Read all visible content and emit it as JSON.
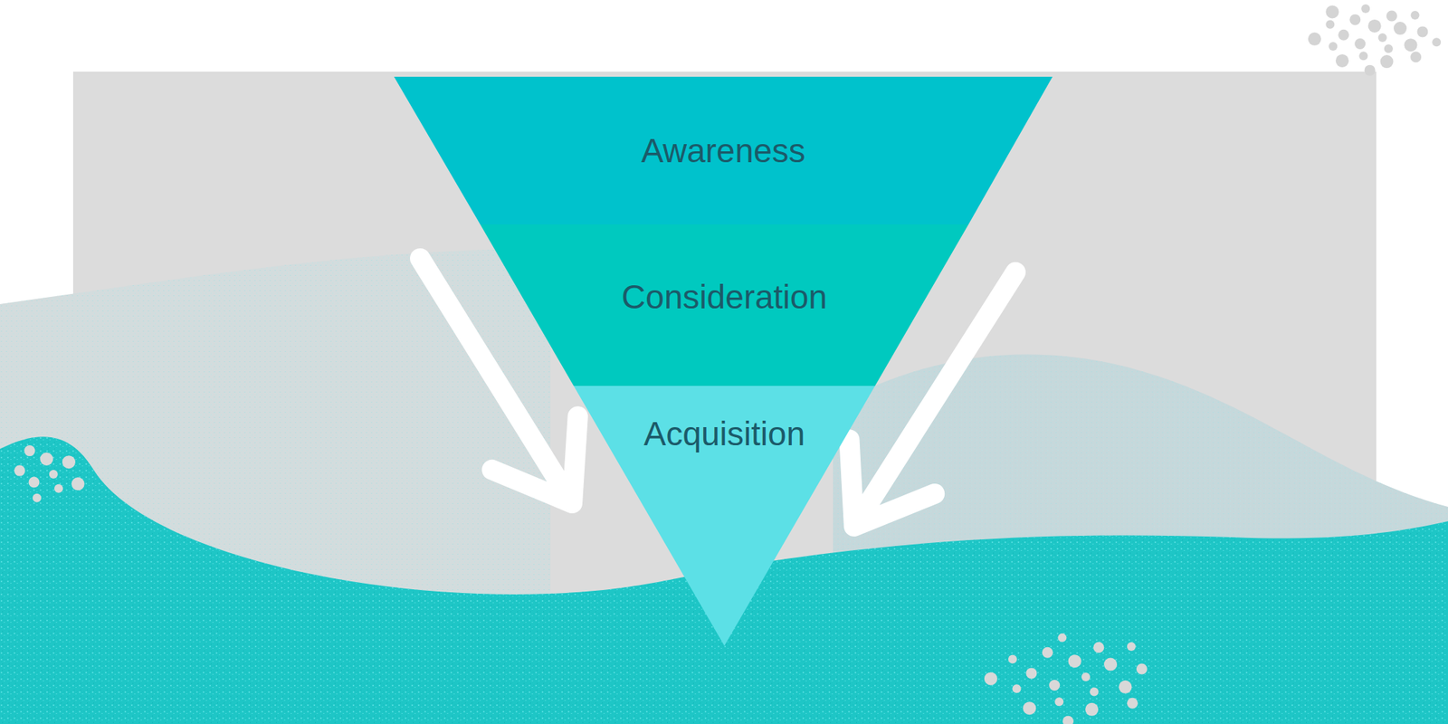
{
  "diagram": {
    "nodes": [
      {
        "text": [
          "Awareness"
        ]
      },
      {
        "text": [
          "Consideration"
        ]
      },
      {
        "text": [
          "Acquisition"
        ]
      }
    ]
  }
}
